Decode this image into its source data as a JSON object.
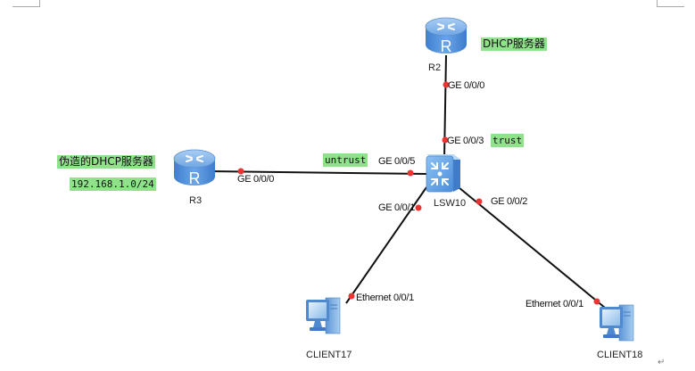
{
  "diagram": {
    "type": "network-topology",
    "colors": {
      "link": "#111111",
      "port_dot": "#ee3333",
      "highlight": "#8fe28a",
      "device_blue": "#4a90d9"
    },
    "nodes": {
      "r2": {
        "name": "R2",
        "kind": "router",
        "icon": "router-icon",
        "annotation": "DHCP服务器"
      },
      "r3": {
        "name": "R3",
        "kind": "router",
        "icon": "router-icon",
        "annotation": "伪造的DHCP服务器",
        "subnet": "192.168.1.0/24"
      },
      "lsw10": {
        "name": "LSW10",
        "kind": "switch",
        "icon": "switch-icon"
      },
      "client17": {
        "name": "CLIENT17",
        "kind": "pc",
        "icon": "pc-icon"
      },
      "client18": {
        "name": "CLIENT18",
        "kind": "pc",
        "icon": "pc-icon"
      }
    },
    "links": [
      {
        "from": "R2",
        "from_port": "GE 0/0/0",
        "to": "LSW10",
        "to_port": "GE 0/0/3",
        "to_tag": "trust"
      },
      {
        "from": "R3",
        "from_port": "GE 0/0/0",
        "to": "LSW10",
        "to_port": "GE 0/0/5",
        "to_tag": "untrust"
      },
      {
        "from": "LSW10",
        "from_port": "GE 0/0/1",
        "to": "CLIENT17",
        "to_port": "Ethernet 0/0/1"
      },
      {
        "from": "LSW10",
        "from_port": "GE 0/0/2",
        "to": "CLIENT18",
        "to_port": "Ethernet 0/0/1"
      }
    ],
    "ports": {
      "r2_ge000": "GE 0/0/0",
      "lsw_ge003": "GE 0/0/3",
      "lsw_ge005": "GE 0/0/5",
      "r3_ge000": "GE 0/0/0",
      "lsw_ge001": "GE 0/0/1",
      "lsw_ge002": "GE 0/0/2",
      "c17_eth": "Ethernet 0/0/1",
      "c18_eth": "Ethernet 0/0/1"
    },
    "tags": {
      "trust": "trust",
      "untrust": "untrust"
    },
    "paragraph_mark": "↵"
  }
}
